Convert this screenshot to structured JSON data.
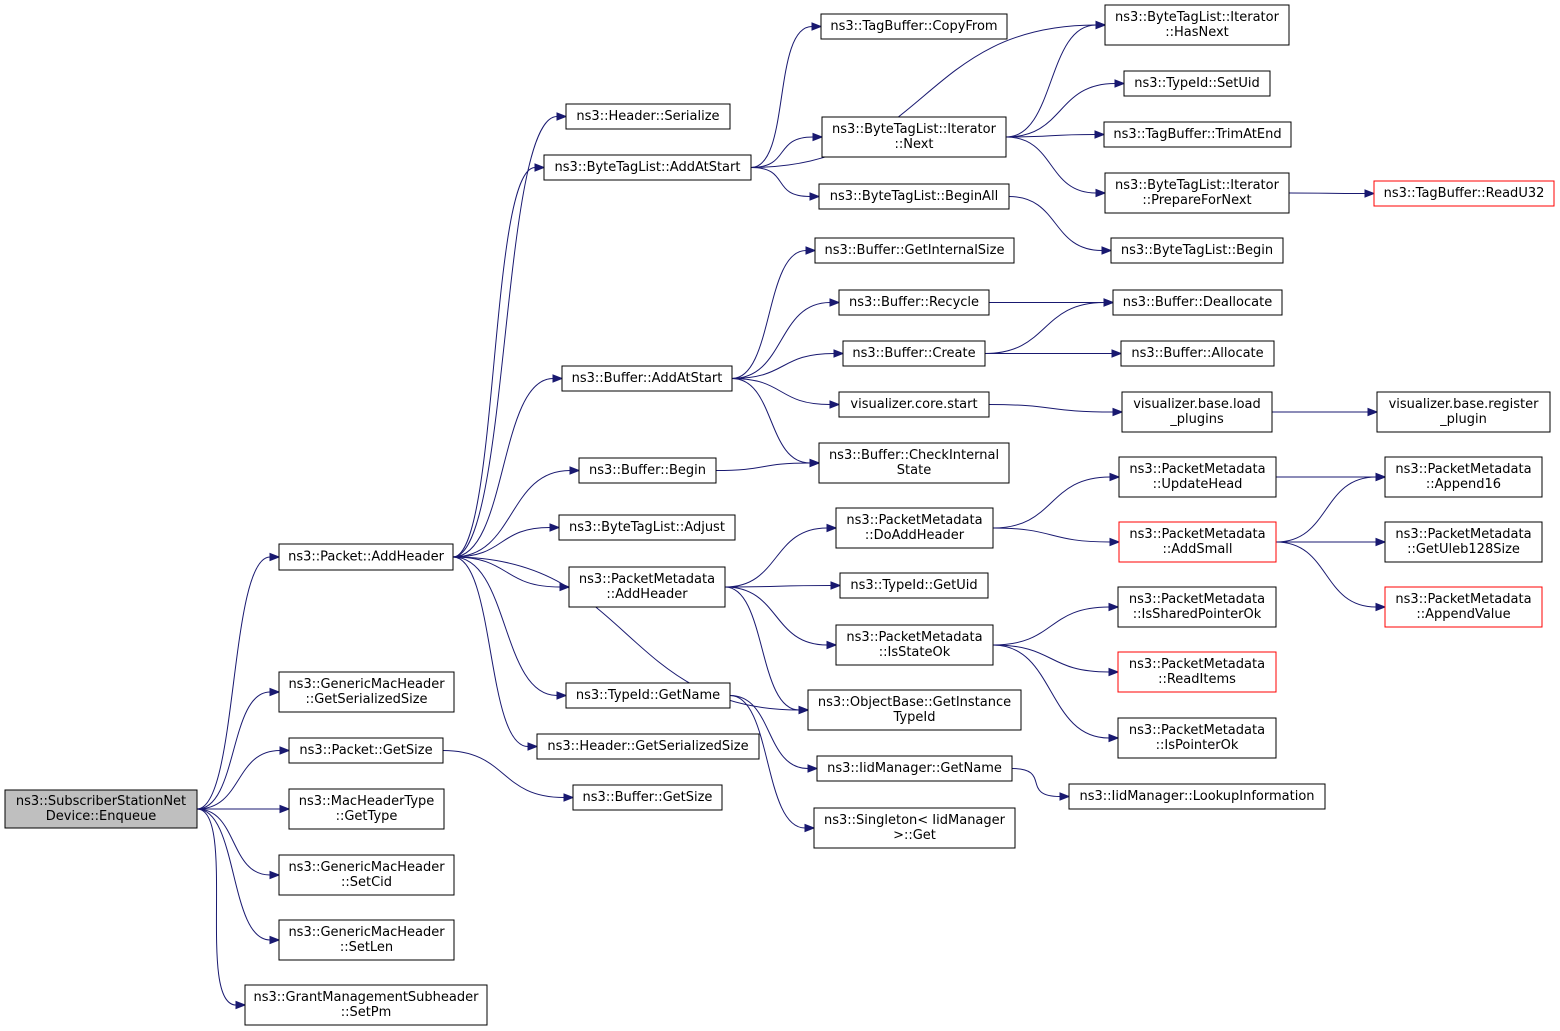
{
  "diagram": {
    "nodes": [
      {
        "id": "root",
        "label": [
          "ns3::SubscriberStationNet",
          "Device::Enqueue"
        ],
        "root": true
      },
      {
        "id": "pkt_addheader",
        "label": [
          "ns3::Packet::AddHeader"
        ]
      },
      {
        "id": "gmh_getser",
        "label": [
          "ns3::GenericMacHeader",
          "::GetSerializedSize"
        ]
      },
      {
        "id": "pkt_getsize",
        "label": [
          "ns3::Packet::GetSize"
        ]
      },
      {
        "id": "mht_gettype",
        "label": [
          "ns3::MacHeaderType",
          "::GetType"
        ]
      },
      {
        "id": "gmh_setcid",
        "label": [
          "ns3::GenericMacHeader",
          "::SetCid"
        ]
      },
      {
        "id": "gmh_setlen",
        "label": [
          "ns3::GenericMacHeader",
          "::SetLen"
        ]
      },
      {
        "id": "gms_setpm",
        "label": [
          "ns3::GrantManagementSubheader",
          "::SetPm"
        ]
      },
      {
        "id": "hdr_serialize",
        "label": [
          "ns3::Header::Serialize"
        ]
      },
      {
        "id": "btl_addatstart",
        "label": [
          "ns3::ByteTagList::AddAtStart"
        ]
      },
      {
        "id": "buf_addatstart",
        "label": [
          "ns3::Buffer::AddAtStart"
        ]
      },
      {
        "id": "buf_begin",
        "label": [
          "ns3::Buffer::Begin"
        ]
      },
      {
        "id": "btl_adjust",
        "label": [
          "ns3::ByteTagList::Adjust"
        ]
      },
      {
        "id": "pm_addheader",
        "label": [
          "ns3::PacketMetadata",
          "::AddHeader"
        ]
      },
      {
        "id": "tid_getname",
        "label": [
          "ns3::TypeId::GetName"
        ]
      },
      {
        "id": "hdr_getser",
        "label": [
          "ns3::Header::GetSerializedSize"
        ]
      },
      {
        "id": "buf_getsize",
        "label": [
          "ns3::Buffer::GetSize"
        ]
      },
      {
        "id": "tb_copyfrom",
        "label": [
          "ns3::TagBuffer::CopyFrom"
        ]
      },
      {
        "id": "btli_next",
        "label": [
          "ns3::ByteTagList::Iterator",
          "::Next"
        ]
      },
      {
        "id": "btl_beginall",
        "label": [
          "ns3::ByteTagList::BeginAll"
        ]
      },
      {
        "id": "buf_getinternal",
        "label": [
          "ns3::Buffer::GetInternalSize"
        ]
      },
      {
        "id": "buf_recycle",
        "label": [
          "ns3::Buffer::Recycle"
        ]
      },
      {
        "id": "buf_create",
        "label": [
          "ns3::Buffer::Create"
        ]
      },
      {
        "id": "viz_core_start",
        "label": [
          "visualizer.core.start"
        ]
      },
      {
        "id": "buf_checkinternal",
        "label": [
          "ns3::Buffer::CheckInternal",
          "State"
        ]
      },
      {
        "id": "pm_doaddheader",
        "label": [
          "ns3::PacketMetadata",
          "::DoAddHeader"
        ]
      },
      {
        "id": "tid_getuid",
        "label": [
          "ns3::TypeId::GetUid"
        ]
      },
      {
        "id": "pm_isstateok",
        "label": [
          "ns3::PacketMetadata",
          "::IsStateOk"
        ]
      },
      {
        "id": "ob_getinstance",
        "label": [
          "ns3::ObjectBase::GetInstance",
          "TypeId"
        ]
      },
      {
        "id": "iid_getname",
        "label": [
          "ns3::IidManager::GetName"
        ]
      },
      {
        "id": "singleton_get",
        "label": [
          "ns3::Singleton< IidManager",
          ">::Get"
        ]
      },
      {
        "id": "btli_hasnext",
        "label": [
          "ns3::ByteTagList::Iterator",
          "::HasNext"
        ]
      },
      {
        "id": "tid_setuid",
        "label": [
          "ns3::TypeId::SetUid"
        ]
      },
      {
        "id": "tb_trimatend",
        "label": [
          "ns3::TagBuffer::TrimAtEnd"
        ]
      },
      {
        "id": "btli_prepare",
        "label": [
          "ns3::ByteTagList::Iterator",
          "::PrepareForNext"
        ]
      },
      {
        "id": "btl_begin",
        "label": [
          "ns3::ByteTagList::Begin"
        ]
      },
      {
        "id": "buf_dealloc",
        "label": [
          "ns3::Buffer::Deallocate"
        ]
      },
      {
        "id": "buf_alloc",
        "label": [
          "ns3::Buffer::Allocate"
        ]
      },
      {
        "id": "viz_load_plugins",
        "label": [
          "visualizer.base.load",
          "_plugins"
        ]
      },
      {
        "id": "pm_updatehead",
        "label": [
          "ns3::PacketMetadata",
          "::UpdateHead"
        ]
      },
      {
        "id": "pm_addsmall",
        "label": [
          "ns3::PacketMetadata",
          "::AddSmall"
        ],
        "truncated": true
      },
      {
        "id": "pm_issharedptrok",
        "label": [
          "ns3::PacketMetadata",
          "::IsSharedPointerOk"
        ]
      },
      {
        "id": "pm_readitems",
        "label": [
          "ns3::PacketMetadata",
          "::ReadItems"
        ],
        "truncated": true
      },
      {
        "id": "pm_ispointerok",
        "label": [
          "ns3::PacketMetadata",
          "::IsPointerOk"
        ]
      },
      {
        "id": "iid_lookup",
        "label": [
          "ns3::IidManager::LookupInformation"
        ]
      },
      {
        "id": "tb_readu32",
        "label": [
          "ns3::TagBuffer::ReadU32"
        ],
        "truncated": true
      },
      {
        "id": "viz_register",
        "label": [
          "visualizer.base.register",
          "_plugin"
        ]
      },
      {
        "id": "pm_append16",
        "label": [
          "ns3::PacketMetadata",
          "::Append16"
        ]
      },
      {
        "id": "pm_getuleb",
        "label": [
          "ns3::PacketMetadata",
          "::GetUleb128Size"
        ]
      },
      {
        "id": "pm_appendvalue",
        "label": [
          "ns3::PacketMetadata",
          "::AppendValue"
        ],
        "truncated": true
      }
    ],
    "edges": [
      [
        "root",
        "pkt_addheader"
      ],
      [
        "root",
        "gmh_getser"
      ],
      [
        "root",
        "pkt_getsize"
      ],
      [
        "root",
        "mht_gettype"
      ],
      [
        "root",
        "gmh_setcid"
      ],
      [
        "root",
        "gmh_setlen"
      ],
      [
        "root",
        "gms_setpm"
      ],
      [
        "pkt_addheader",
        "hdr_serialize"
      ],
      [
        "pkt_addheader",
        "btl_addatstart"
      ],
      [
        "pkt_addheader",
        "buf_addatstart"
      ],
      [
        "pkt_addheader",
        "buf_begin"
      ],
      [
        "pkt_addheader",
        "btl_adjust"
      ],
      [
        "pkt_addheader",
        "pm_addheader"
      ],
      [
        "pkt_addheader",
        "ob_getinstance"
      ],
      [
        "pkt_addheader",
        "tid_getname"
      ],
      [
        "pkt_addheader",
        "hdr_getser"
      ],
      [
        "pkt_getsize",
        "buf_getsize"
      ],
      [
        "btl_addatstart",
        "tb_copyfrom"
      ],
      [
        "btl_addatstart",
        "btli_hasnext"
      ],
      [
        "btl_addatstart",
        "btli_next"
      ],
      [
        "btl_addatstart",
        "btl_beginall"
      ],
      [
        "btli_next",
        "btli_hasnext"
      ],
      [
        "btli_next",
        "tid_setuid"
      ],
      [
        "btli_next",
        "tb_trimatend"
      ],
      [
        "btli_next",
        "btli_prepare"
      ],
      [
        "btli_prepare",
        "tb_readu32"
      ],
      [
        "btl_beginall",
        "btl_begin"
      ],
      [
        "buf_addatstart",
        "buf_getinternal"
      ],
      [
        "buf_addatstart",
        "buf_recycle"
      ],
      [
        "buf_addatstart",
        "buf_create"
      ],
      [
        "buf_addatstart",
        "viz_core_start"
      ],
      [
        "buf_addatstart",
        "buf_checkinternal"
      ],
      [
        "buf_recycle",
        "buf_dealloc"
      ],
      [
        "buf_create",
        "buf_dealloc"
      ],
      [
        "buf_create",
        "buf_alloc"
      ],
      [
        "viz_core_start",
        "viz_load_plugins"
      ],
      [
        "viz_load_plugins",
        "viz_register"
      ],
      [
        "buf_begin",
        "buf_checkinternal"
      ],
      [
        "pm_addheader",
        "pm_doaddheader"
      ],
      [
        "pm_addheader",
        "tid_getuid"
      ],
      [
        "pm_addheader",
        "pm_isstateok"
      ],
      [
        "pm_addheader",
        "ob_getinstance"
      ],
      [
        "pm_doaddheader",
        "pm_updatehead"
      ],
      [
        "pm_doaddheader",
        "pm_addsmall"
      ],
      [
        "pm_updatehead",
        "pm_append16"
      ],
      [
        "pm_addsmall",
        "pm_append16"
      ],
      [
        "pm_addsmall",
        "pm_getuleb"
      ],
      [
        "pm_addsmall",
        "pm_appendvalue"
      ],
      [
        "pm_isstateok",
        "pm_issharedptrok"
      ],
      [
        "pm_isstateok",
        "pm_readitems"
      ],
      [
        "pm_isstateok",
        "pm_ispointerok"
      ],
      [
        "tid_getname",
        "iid_getname"
      ],
      [
        "tid_getname",
        "singleton_get"
      ],
      [
        "iid_getname",
        "iid_lookup"
      ]
    ]
  }
}
